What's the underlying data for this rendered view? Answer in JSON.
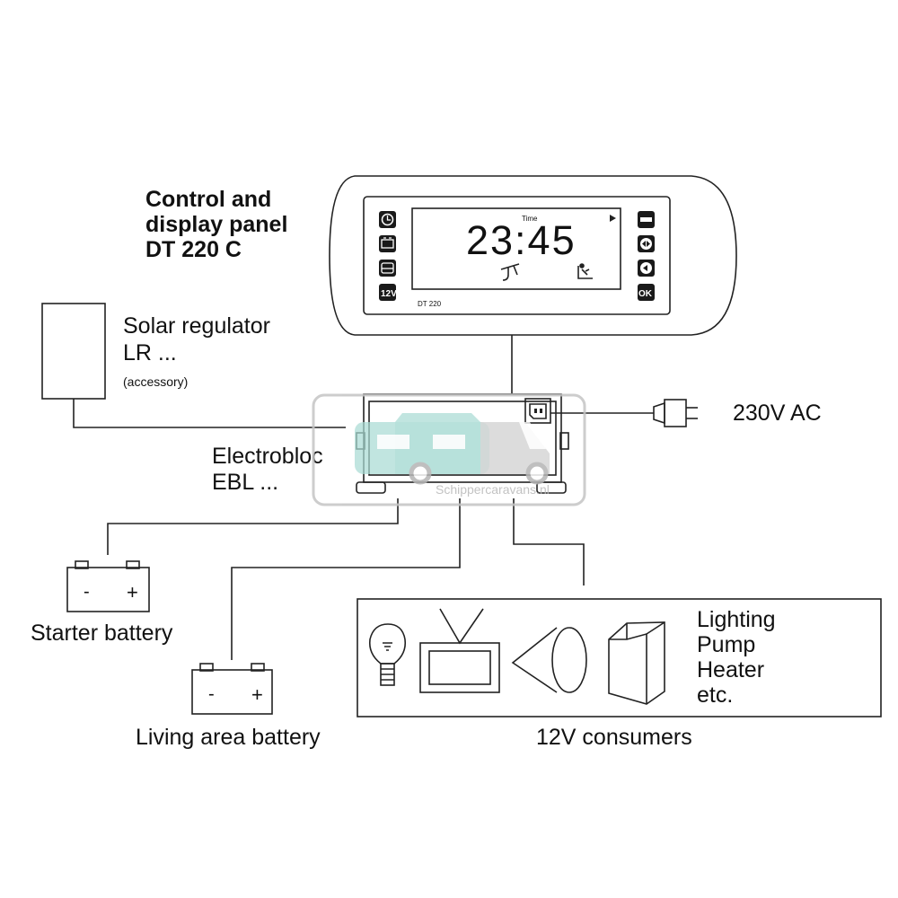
{
  "panel": {
    "label_lines": [
      "Control and",
      "display panel",
      "DT 220 C"
    ],
    "screen_time": "23:45",
    "screen_time_tag": "Time",
    "model_tag": "DT 220",
    "left_buttons": [
      "clock-icon",
      "battery-icon",
      "tank-icon",
      "12v-icon"
    ],
    "left_button_text_12v": "12V",
    "right_buttons": [
      "menu-icon",
      "scroll-up-icon",
      "scroll-down-icon",
      "ok-icon"
    ],
    "right_button_text_ok": "OK"
  },
  "solar": {
    "line1": "Solar regulator",
    "line2": "LR ...",
    "note": "(accessory)"
  },
  "electrobloc": {
    "line1": "Electrobloc",
    "line2": "EBL ..."
  },
  "mains": {
    "label": "230V AC"
  },
  "starter_battery": {
    "label": "Starter battery",
    "minus": "-",
    "plus": "+"
  },
  "living_battery": {
    "label": "Living area battery",
    "minus": "-",
    "plus": "+"
  },
  "consumers": {
    "label": "12V consumers",
    "list": [
      "Lighting",
      "Pump",
      "Heater",
      "etc."
    ],
    "icons": [
      "lightbulb-icon",
      "tv-icon",
      "pump-icon",
      "heater-icon"
    ]
  },
  "watermark": {
    "text": "Schippercaravans.nl",
    "colors": {
      "teal": "#9fd8cf",
      "grey": "#c9c9c9"
    }
  }
}
